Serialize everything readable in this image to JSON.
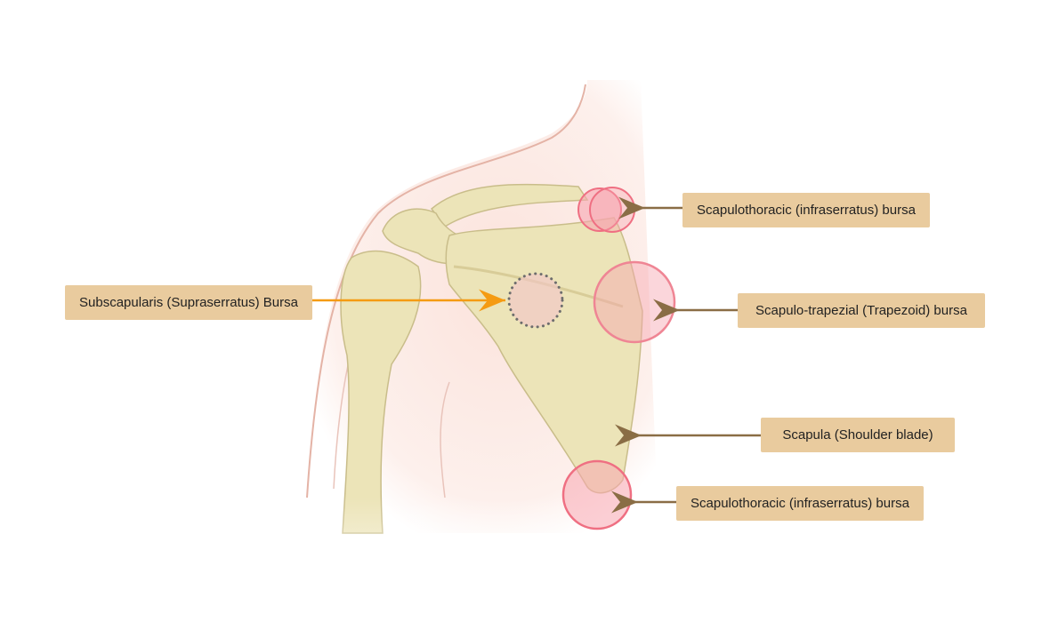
{
  "labels": {
    "scapulothoracic_top": "Scapulothoracic (infraserratus) bursa",
    "scapulo_trapezial": "Scapulo-trapezial (Trapezoid) bursa",
    "scapula": "Scapula (Shoulder blade)",
    "scapulothoracic_bottom": "Scapulothoracic (infraserratus) bursa",
    "subscapularis": "Subscapularis (Supraserratus) Bursa"
  },
  "colors": {
    "label_bg": "#e9cb9e",
    "arrow_brown": "#8a6d45",
    "arrow_orange": "#f59b12",
    "bursa_pink": "#f7a5b0",
    "bone": "#ece4b8"
  }
}
